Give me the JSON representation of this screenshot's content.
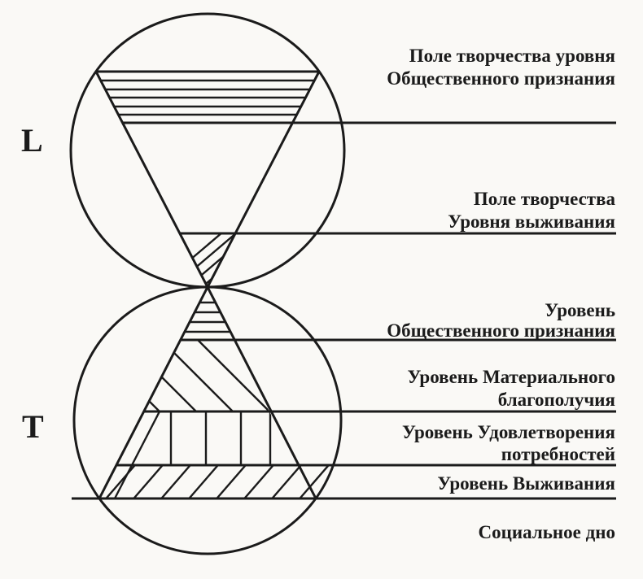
{
  "page": {
    "paper_color": "#faf9f6",
    "ink_color": "#1b1b1b"
  },
  "diagram": {
    "markers": {
      "upper": "L",
      "lower": "T"
    },
    "labels": {
      "creativity_recognition": {
        "line1": "Поле творчества уровня",
        "line2": "Общественного признания"
      },
      "creativity_survival": {
        "line1": "Поле творчества",
        "line2": "Уровня выживания"
      },
      "level_recognition": {
        "line1": "Уровень",
        "line2": "Общественного признания"
      },
      "level_material": {
        "line1": "Уровень Материального",
        "line2": "благополучия"
      },
      "level_needs": {
        "line1": "Уровень Удовлетворения",
        "line2": "потребностей"
      },
      "level_survival": {
        "line1": "Уровень Выживания"
      },
      "social_bottom": {
        "line1": "Социальное дно"
      }
    }
  }
}
